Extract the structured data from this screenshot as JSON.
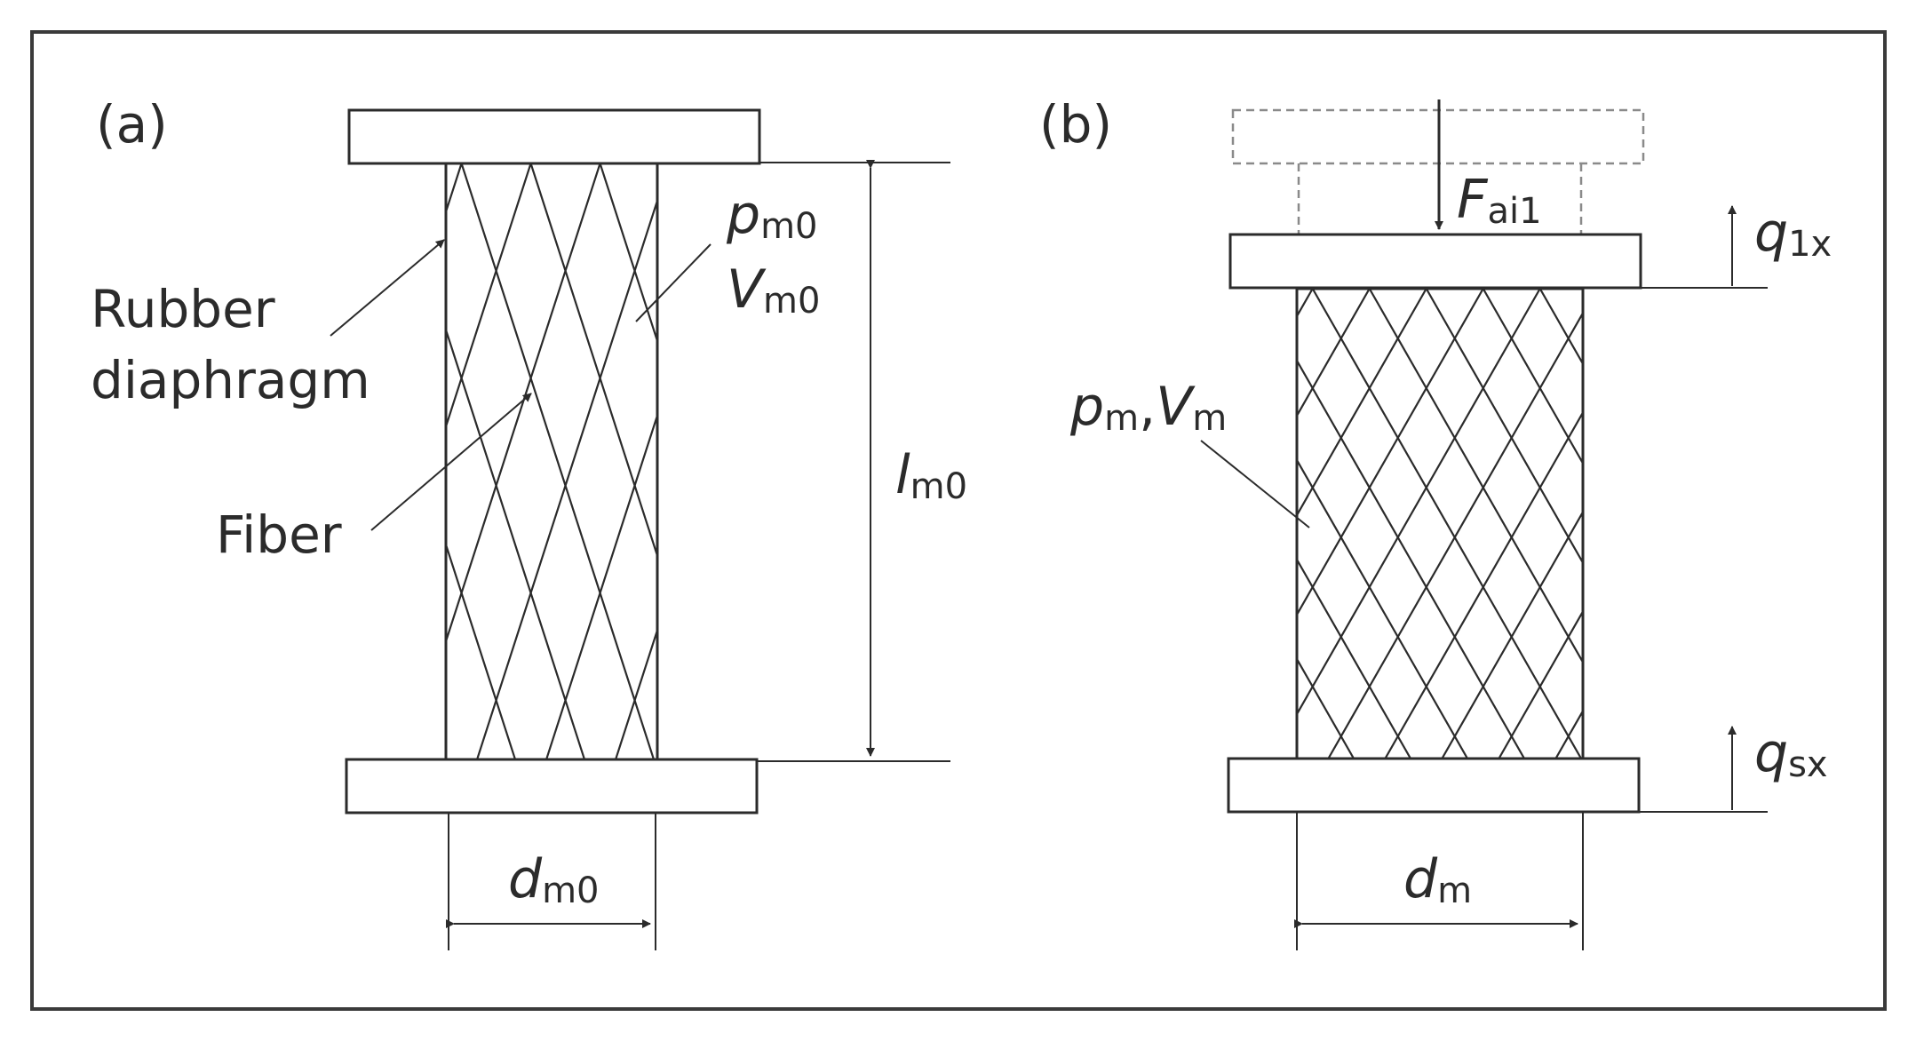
{
  "panel_a": {
    "tag": "(a)",
    "rubber_line1": "Rubber",
    "rubber_line2": "diaphragm",
    "fiber": "Fiber",
    "p_sym": "p",
    "p_sub": "m0",
    "v_sym": "V",
    "v_sub": "m0",
    "l_sym": "l",
    "l_sub": "m0",
    "d_sym": "d",
    "d_sub": "m0"
  },
  "panel_b": {
    "tag": "(b)",
    "f_sym": "F",
    "f_sub": "ai1",
    "q1_sym": "q",
    "q1_sub": "1x",
    "qs_sym": "q",
    "qs_sub": "sx",
    "pv_p": "p",
    "pv_p_sub": "m",
    "pv_sep": ",",
    "pv_v": "V",
    "pv_v_sub": "m",
    "d_sym": "d",
    "d_sub": "m"
  },
  "colors": {
    "line": "#2b2b2b",
    "frame": "#3a3a3a",
    "dashed": "#8a8a8a",
    "background": "#ffffff"
  }
}
